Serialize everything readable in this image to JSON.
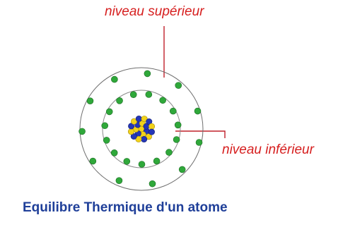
{
  "labels": {
    "upper_level": "niveau supérieur",
    "lower_level": "niveau inférieur"
  },
  "caption": "Equilibre Thermique d'un atome",
  "colors": {
    "label": "#d61f1f",
    "leader_line": "#c0202a",
    "orbit": "#6e6e6e",
    "electron": "#2fa83a",
    "proton": "#f2d21a",
    "neutron": "#2436b8",
    "caption": "#1f3f99"
  },
  "atom": {
    "orbits": [
      "inner-orbit",
      "outer-orbit"
    ],
    "electron_counts": {
      "inner": 15,
      "outer": 11
    },
    "nucleus_particles": 20
  }
}
